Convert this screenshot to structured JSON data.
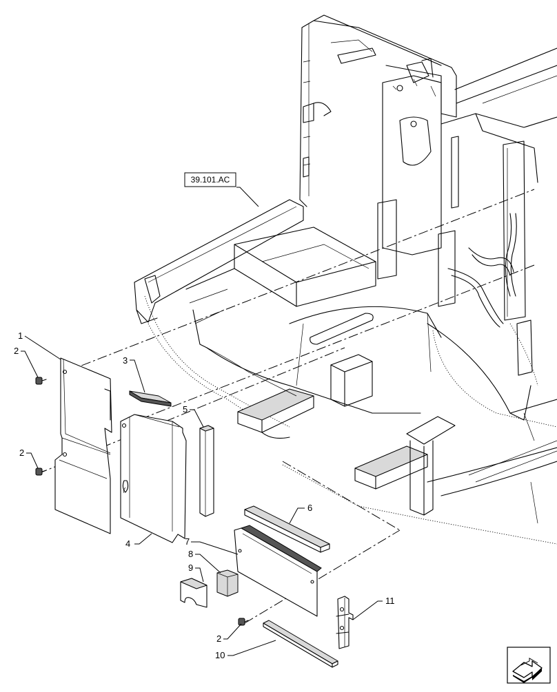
{
  "diagram": {
    "reference_label": "39.101.AC",
    "callouts": {
      "c1": "1",
      "c2a": "2",
      "c2b": "2",
      "c2c": "2",
      "c3": "3",
      "c4": "4",
      "c5": "5",
      "c6": "6",
      "c7": "7",
      "c8": "8",
      "c9": "9",
      "c10": "10",
      "c11": "11"
    },
    "nav_icon": "next-page-arrow-icon"
  }
}
